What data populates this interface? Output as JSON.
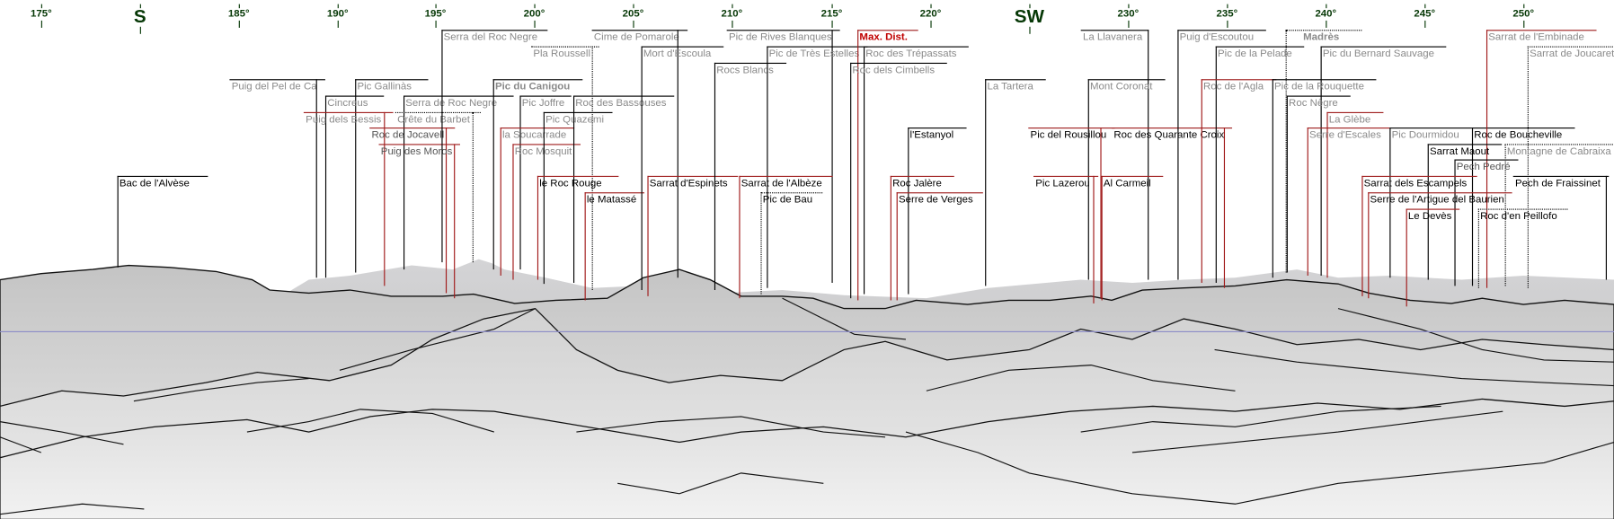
{
  "compass": {
    "ticks": [
      "175°",
      "S",
      "185°",
      "190°",
      "195°",
      "200°",
      "205°",
      "210°",
      "215°",
      "220°",
      "SW",
      "230°",
      "235°",
      "240°",
      "245°",
      "250°"
    ]
  },
  "peaks": [
    "Bac de l'Alvèse",
    "Puig del Pel de Ca",
    "Pic Gallinàs",
    "Cincreus",
    "Puig dels Bessis",
    "Serra de Roc Negre",
    "Crête du Barbet",
    "Roc de Jocavell",
    "Puig des Moros",
    "Serra del Roc Negre",
    "Pla Roussell",
    "Pic du Canigou",
    "Pic Joffre",
    "la Soucarrade",
    "Roc Mosquit",
    "Pic Quazemi",
    "Roc des Bassouses",
    "le Roc Rouge",
    "le Matassé",
    "Cime de Pomarole",
    "Mort d'Escoula",
    "Sarrat d'Espinets",
    "Pic de Rives Blanques",
    "Rocs Blancs",
    "Pic de Très Estelles",
    "Sarrat de l'Albèze",
    "Pic de Bau",
    "Max. Dist.",
    "Roc des Trépassats",
    "Roc dels Cimbells",
    "l'Estanyol",
    "Roc Jalère",
    "Serre de Verges",
    "La Tartera",
    "La Llavanera",
    "Mont Coronat",
    "Pic del Rousillou",
    "Pic Lazerou",
    "Roc des Quarante Croix",
    "Al Carmeil",
    "Puig d'Escoutou",
    "Pic de la Pelade",
    "Roc de l'Agla",
    "Madrès",
    "Pic du Bernard Sauvage",
    "Pic de la Rouquette",
    "Roc Nègre",
    "La Glèbe",
    "Serre d'Escales",
    "Pic Dourmidou",
    "Roc de Boucheville",
    "Sarrat de l'Embinade",
    "Sarrat de Joucarets",
    "Sarrat Maout",
    "Montagne de Cabraixa",
    "Pech Pedré",
    "Sarrat dels Escampels",
    "Pech de Fraissinet",
    "Serre de l'Artigue del Baurien",
    "Le Devès",
    "Roc d'en Peillofo"
  ]
}
